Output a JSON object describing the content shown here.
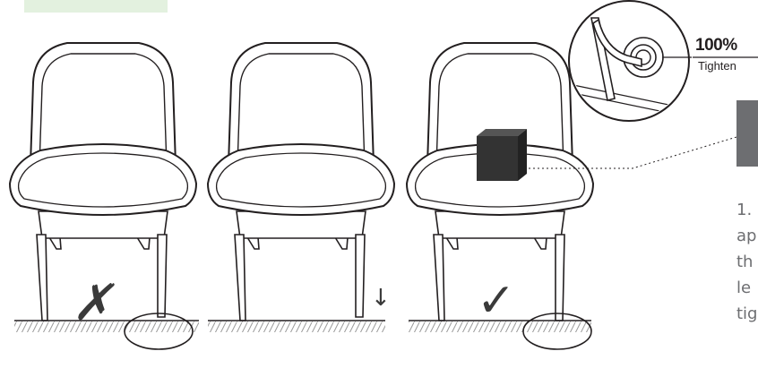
{
  "step": {
    "lines": [
      "1.",
      "ap",
      "th",
      "le",
      "tig"
    ]
  },
  "torque": {
    "percent": "100%",
    "label": "Tighten"
  },
  "chairs": [
    {
      "name": "wrong-uneven",
      "mark": "✗",
      "mark_icon": "cross-icon"
    },
    {
      "name": "adjust-leg",
      "mark": "↓",
      "mark_icon": "down-arrow-icon"
    },
    {
      "name": "correct-weighted",
      "mark": "✓",
      "mark_icon": "check-icon"
    }
  ],
  "colors": {
    "line": "#231f20",
    "badge": "#e3f1df",
    "box": "#333333",
    "text": "#6d6e71",
    "gray_tab": "#6d6e71"
  }
}
